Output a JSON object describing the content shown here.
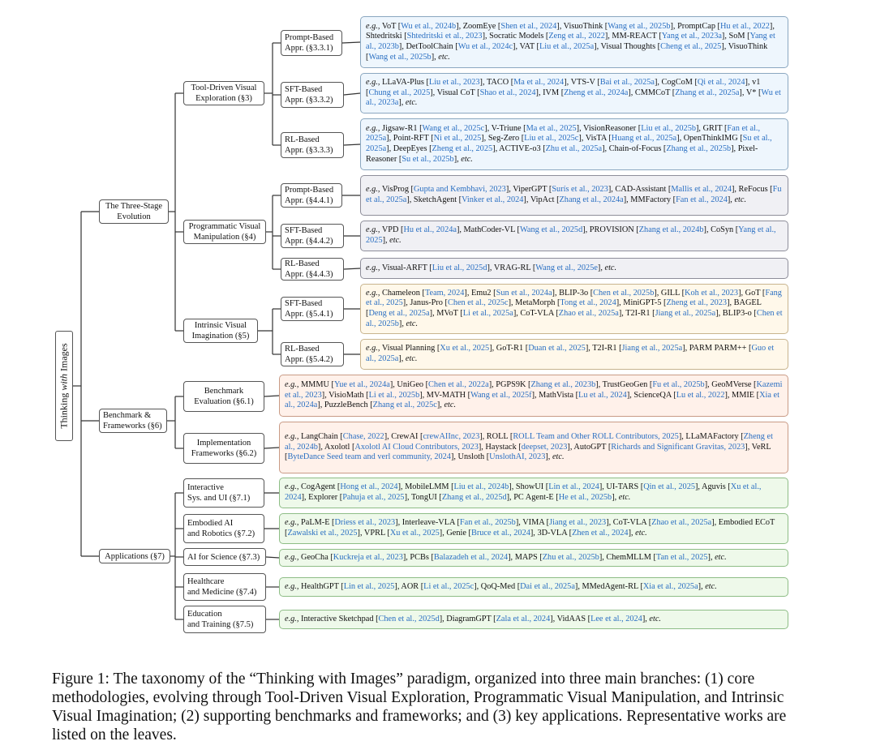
{
  "root": "Thinking with Images",
  "branches": [
    {
      "label": "The Three-Stage\nEvolution",
      "children": [
        {
          "label": "Tool-Driven Visual\nExploration (§3)",
          "children": [
            {
              "label": "Prompt-Based\nAppr. (§3.3.1)",
              "color": "blue",
              "leaf": "e.g., VoT [Wu et al., 2024b], ZoomEye [Shen et al., 2024], VisuoThink [Wang et al., 2025b], PromptCap [Hu et al., 2022], Shtedritski [Shtedritski et al., 2023], Socratic Models [Zeng et al., 2022], MM-REACT [Yang et al., 2023a], SoM [Yang et al., 2023b], DetToolChain [Wu et al., 2024c], VAT [Liu et al., 2025a], Visual Thoughts [Cheng et al., 2025], VisuoThink [Wang et al., 2025b], etc."
            },
            {
              "label": "SFT-Based\nAppr. (§3.3.2)",
              "color": "blue",
              "leaf": "e.g., LLaVA-Plus [Liu et al., 2023], TACO [Ma et al., 2024], VTS-V [Bai et al., 2025a], CogCoM [Qi et al., 2024], v1 [Chung et al., 2025], Visual CoT [Shao et al., 2024], IVM [Zheng et al., 2024a], CMMCoT [Zhang et al., 2025a], V* [Wu et al., 2023a], etc."
            },
            {
              "label": "RL-Based\nAppr. (§3.3.3)",
              "color": "blue",
              "leaf": "e.g., Jigsaw-R1 [Wang et al., 2025c], V-Triune [Ma et al., 2025], VisionReasoner [Liu et al., 2025b], GRIT [Fan et al., 2025a], Point-RFT [Ni et al., 2025], Seg-Zero [Liu et al., 2025c], VisTA [Huang et al., 2025a], OpenThinkIMG [Su et al., 2025a], DeepEyes [Zheng et al., 2025], ACTIVE-o3 [Zhu et al., 2025a], Chain-of-Focus [Zhang et al., 2025b], Pixel-Reasoner [Su et al., 2025b], etc."
            }
          ]
        },
        {
          "label": "Programmatic Visual\nManipulation (§4)",
          "children": [
            {
              "label": "Prompt-Based\nAppr. (§4.4.1)",
              "color": "gray",
              "leaf": "e.g., VisProg [Gupta and Kembhavi, 2023], ViperGPT [Surís et al., 2023], CAD-Assistant [Mallis et al., 2024], ReFocus [Fu et al., 2025a], SketchAgent [Vinker et al., 2024], VipAct [Zhang et al., 2024a], MMFactory [Fan et al., 2024], etc."
            },
            {
              "label": "SFT-Based\nAppr. (§4.4.2)",
              "color": "gray",
              "leaf": "e.g., VPD [Hu et al., 2024a], MathCoder-VL [Wang et al., 2025d], PROVISION [Zhang et al., 2024b], CoSyn [Yang et al., 2025], etc."
            },
            {
              "label": "RL-Based\nAppr. (§4.4.3)",
              "color": "gray",
              "leaf": "e.g., Visual-ARFT [Liu et al., 2025d], VRAG-RL [Wang et al., 2025e], etc."
            }
          ]
        },
        {
          "label": "Intrinsic Visual\nImagination (§5)",
          "children": [
            {
              "label": "SFT-Based\nAppr. (§5.4.1)",
              "color": "yellow",
              "leaf": "e.g., Chameleon [Team, 2024], Emu2 [Sun et al., 2024a], BLIP-3o [Chen et al., 2025b], GILL [Koh et al., 2023], GoT [Fang et al., 2025], Janus-Pro [Chen et al., 2025c], MetaMorph [Tong et al., 2024], MiniGPT-5 [Zheng et al., 2023], BAGEL [Deng et al., 2025a], MVoT [Li et al., 2025a], CoT-VLA [Zhao et al., 2025a], T2I-R1 [Jiang et al., 2025a], BLIP3-o [Chen et al., 2025b], etc."
            },
            {
              "label": "RL-Based\nAppr. (§5.4.2)",
              "color": "yellow",
              "leaf": "e.g., Visual Planning [Xu et al., 2025], GoT-R1 [Duan et al., 2025], T2I-R1 [Jiang et al., 2025a], PARM PARM++ [Guo et al., 2025a], etc."
            }
          ]
        }
      ]
    },
    {
      "label": "Benchmark &\nFrameworks (§6)",
      "children": [
        {
          "label": "Benchmark\nEvaluation (§6.1)",
          "color": "peach",
          "leaf": "e.g., MMMU [Yue et al., 2024a], UniGeo [Chen et al., 2022a], PGPS9K [Zhang et al., 2023b], TrustGeoGen [Fu et al., 2025b], GeoMVerse [Kazemi et al., 2023], VisioMath [Li et al., 2025b], MV-MATH [Wang et al., 2025f], MathVista [Lu et al., 2024], ScienceQA [Lu et al., 2022], MMIE [Xia et al., 2024a], PuzzleBench [Zhang et al., 2025c], etc."
        },
        {
          "label": "Implementation\nFrameworks (§6.2)",
          "color": "peach",
          "leaf": "e.g., LangChain [Chase, 2022], CrewAI [crewAIInc, 2023], ROLL [ROLL Team and Other ROLL Contributors, 2025], LLaMAFactory [Zheng et al., 2024b], Axolotl [Axolotl AI Cloud Contributors, 2023], Haystack [deepset, 2023], AutoGPT [Richards and Significant Gravitas, 2023], VeRL [ByteDance Seed team and verl community, 2024], Unsloth [UnslothAI, 2023], etc."
        }
      ]
    },
    {
      "label": "Applications (§7)",
      "children": [
        {
          "label": "Interactive\nSys. and UI (§7.1)",
          "color": "green",
          "leaf": "e.g., CogAgent [Hong et al., 2024], MobileLMM [Liu et al., 2024b], ShowUI [Lin et al., 2024], UI-TARS [Qin et al., 2025], Aguvis [Xu et al., 2024], Explorer [Pahuja et al., 2025], TongUI [Zhang et al., 2025d], PC Agent-E [He et al., 2025b], etc."
        },
        {
          "label": "Embodied AI\nand Robotics (§7.2)",
          "color": "green",
          "leaf": "e.g., PaLM-E [Driess et al., 2023], Interleave-VLA [Fan et al., 2025b], VIMA [Jiang et al., 2023], CoT-VLA [Zhao et al., 2025a], Embodied ECoT [Zawalski et al., 2025], VPRL [Xu et al., 2025], Genie [Bruce et al., 2024], 3D-VLA [Zhen et al., 2024], etc."
        },
        {
          "label": "AI for Science (§7.3)",
          "color": "green",
          "leaf": "e.g., GeoCha [Kuckreja et al., 2023], PCBs [Balazadeh et al., 2024], MAPS [Zhu et al., 2025b], ChemMLLM [Tan et al., 2025], etc."
        },
        {
          "label": "Healthcare\nand Medicine (§7.4)",
          "color": "green",
          "leaf": "e.g., HealthGPT [Lin et al., 2025], AOR [Li et al., 2025c], QoQ-Med [Dai et al., 2025a], MMedAgent-RL [Xia et al., 2025a], etc."
        },
        {
          "label": "Education\nand Training (§7.5)",
          "color": "green",
          "leaf": "e.g., Interactive Sketchpad [Chen et al., 2025d], DiagramGPT [Zala et al., 2024], VidAAS [Lee et al., 2024], etc."
        }
      ]
    }
  ],
  "caption": "Figure 1: The taxonomy of the “Thinking with Images” paradigm, organized into three main branches: (1) core methodologies, evolving through Tool-Driven Visual Exploration, Programmatic Visual Manipulation, and Intrinsic Visual Imagination; (2) supporting benchmarks and frameworks; and (3) key applications. Representative works are listed on the leaves.",
  "colors": {
    "blue": "#eef6fd",
    "gray": "#f0f0f4",
    "yellow": "#fff8ea",
    "peach": "#fff1ea",
    "green": "#eef9ea",
    "reference": "#2a6fc2"
  }
}
